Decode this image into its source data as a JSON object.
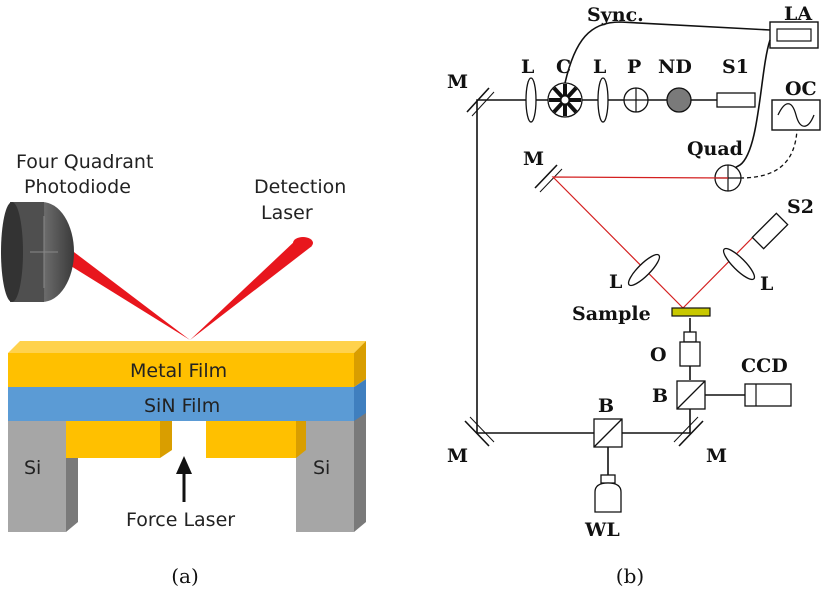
{
  "panel_a": {
    "caption": "(a)",
    "photodiode_label_1": "Four Quadrant",
    "photodiode_label_2": "Photodiode",
    "detection_label_1": "Detection",
    "detection_label_2": "Laser",
    "metal_film_label": "Metal Film",
    "sin_film_label": "SiN Film",
    "si_left_label": "Si",
    "si_right_label": "Si",
    "force_laser_label": "Force Laser",
    "colors": {
      "metal": "#ffc000",
      "sin": "#5b9bd5",
      "si": "#a6a6a6",
      "laser": "#e8161d"
    }
  },
  "panel_b": {
    "caption": "(b)",
    "sync_label": "Sync.",
    "la_label": "LA",
    "oc_label": "OC",
    "m_label_topleft": "M",
    "m_label_mid": "M",
    "m_label_bottomleft": "M",
    "m_label_bottomright": "M",
    "l_label_1": "L",
    "c_label": "C",
    "l_label_2": "L",
    "p_label": "P",
    "nd_label": "ND",
    "s1_label": "S1",
    "quad_label": "Quad",
    "s2_label": "S2",
    "l_label_left": "L",
    "l_label_right": "L",
    "sample_label": "Sample",
    "o_label": "O",
    "b_label_right": "B",
    "ccd_label": "CCD",
    "b_label_bottom": "B",
    "wl_label": "WL",
    "colors": {
      "beam": "#d42020",
      "sample": "#c8c800"
    }
  }
}
